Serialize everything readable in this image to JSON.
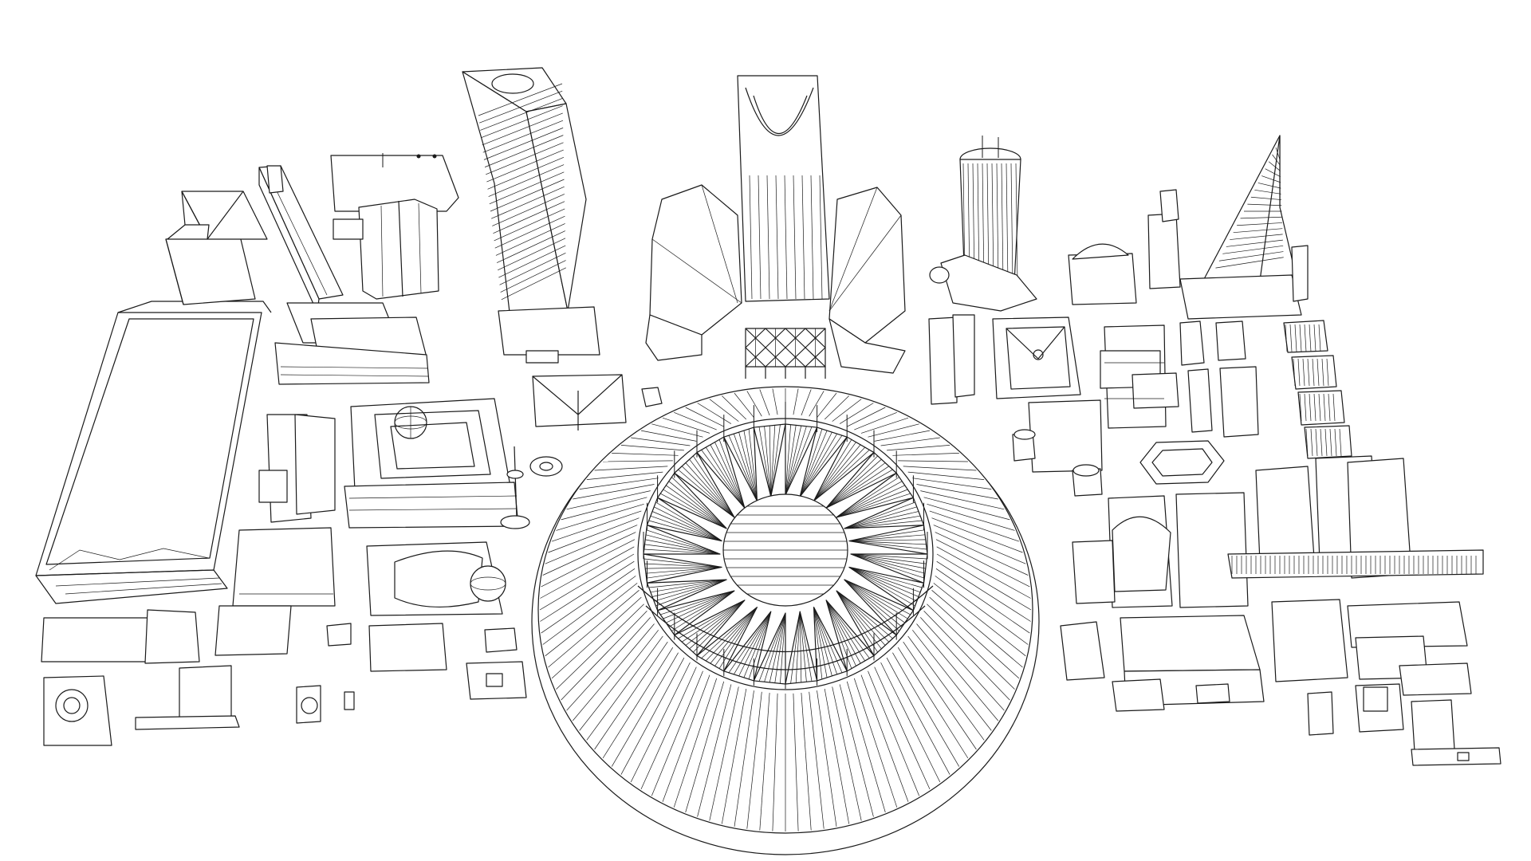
{
  "colors": {
    "ink": "#1a1a1a",
    "paper": "#ffffff",
    "background": "#ffffff"
  },
  "stadium": {
    "outer_segments": 120,
    "inner_segments": 72,
    "spikes": 28
  }
}
